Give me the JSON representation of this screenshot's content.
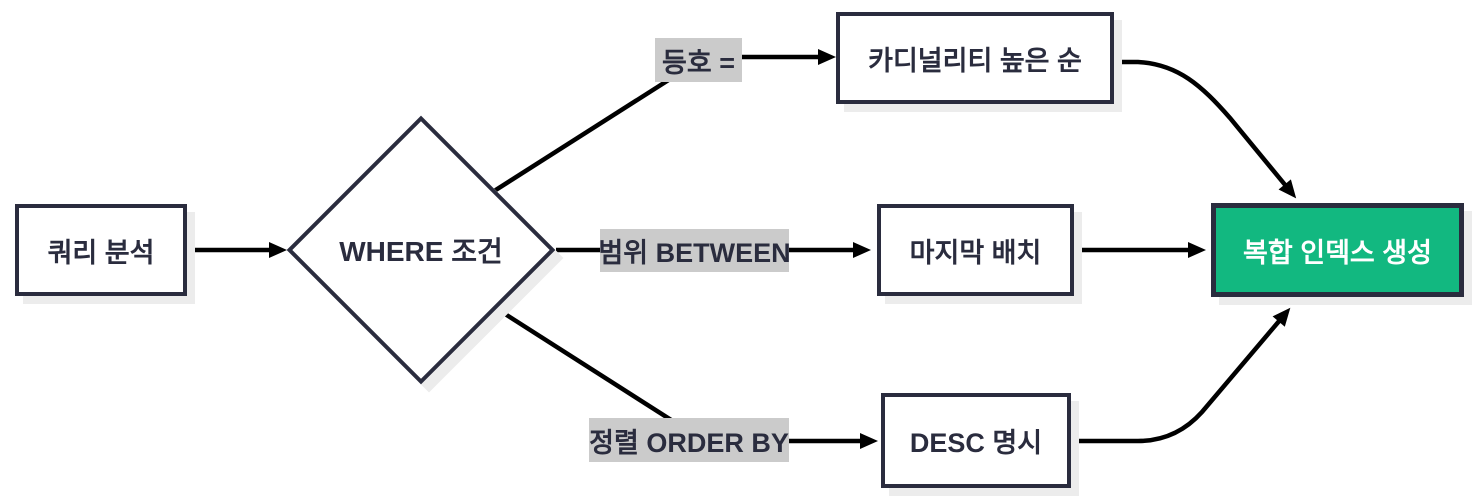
{
  "colors": {
    "border": "#2a2c3e",
    "accent_green": "#12b880",
    "label_bg": "#cbcbcb",
    "arrow": "#000000",
    "shadow": "#ececec",
    "text_dark": "#2a2c3e",
    "text_light": "#ffffff"
  },
  "diagram": {
    "type": "flowchart",
    "direction": "left-to-right",
    "nodes": {
      "query": {
        "label": "쿼리 분석",
        "shape": "rectangle"
      },
      "decision": {
        "label": "WHERE 조건",
        "shape": "diamond"
      },
      "cardinality": {
        "label": "카디널리티 높은 순",
        "shape": "rectangle"
      },
      "last_placement": {
        "label": "마지막 배치",
        "shape": "rectangle"
      },
      "desc": {
        "label": "DESC 명시",
        "shape": "rectangle"
      },
      "goal": {
        "label": "복합 인덱스 생성",
        "shape": "rectangle-filled-green"
      }
    },
    "edge_labels": {
      "equality": "등호 =",
      "range": "범위 BETWEEN",
      "order": "정렬 ORDER BY"
    },
    "edges": [
      "query -> decision",
      "decision -(등호 =)-> cardinality",
      "decision -(범위 BETWEEN)-> last_placement",
      "decision -(정렬 ORDER BY)-> desc",
      "cardinality -> goal",
      "last_placement -> goal",
      "desc -> goal"
    ]
  }
}
